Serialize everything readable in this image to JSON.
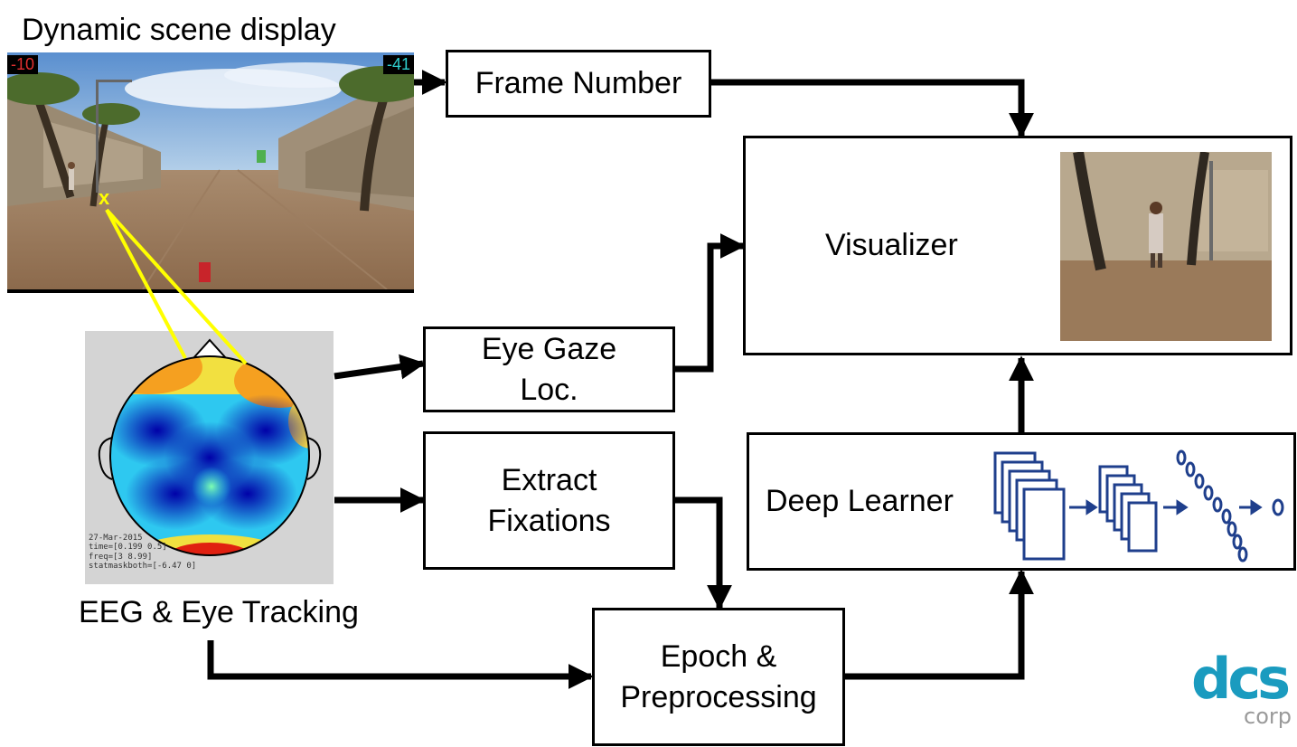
{
  "scene": {
    "title": "Dynamic scene display",
    "hud_left": "-10",
    "hud_right": "-41",
    "gaze_marker": "x"
  },
  "eeg": {
    "label": "EEG & Eye Tracking",
    "info_lines": [
      "27-Mar-2015",
      "time=[0.199 0.5]",
      "freq=[3 8.99]",
      "statmaskboth=[-6.47 0]"
    ]
  },
  "boxes": {
    "frame_number": "Frame Number",
    "visualizer": "Visualizer",
    "eye_gaze_line1": "Eye Gaze",
    "eye_gaze_line2": "Loc.",
    "extract_line1": "Extract",
    "extract_line2": "Fixations",
    "deep_learner": "Deep Learner",
    "epoch_line1": "Epoch &",
    "epoch_line2": "Preprocessing"
  },
  "logo": {
    "main": "dcs",
    "sub": "corp",
    "color": "#1a9bbf"
  },
  "colors": {
    "gaze_lines": "#ffff00",
    "network": "#1f3f8c"
  }
}
